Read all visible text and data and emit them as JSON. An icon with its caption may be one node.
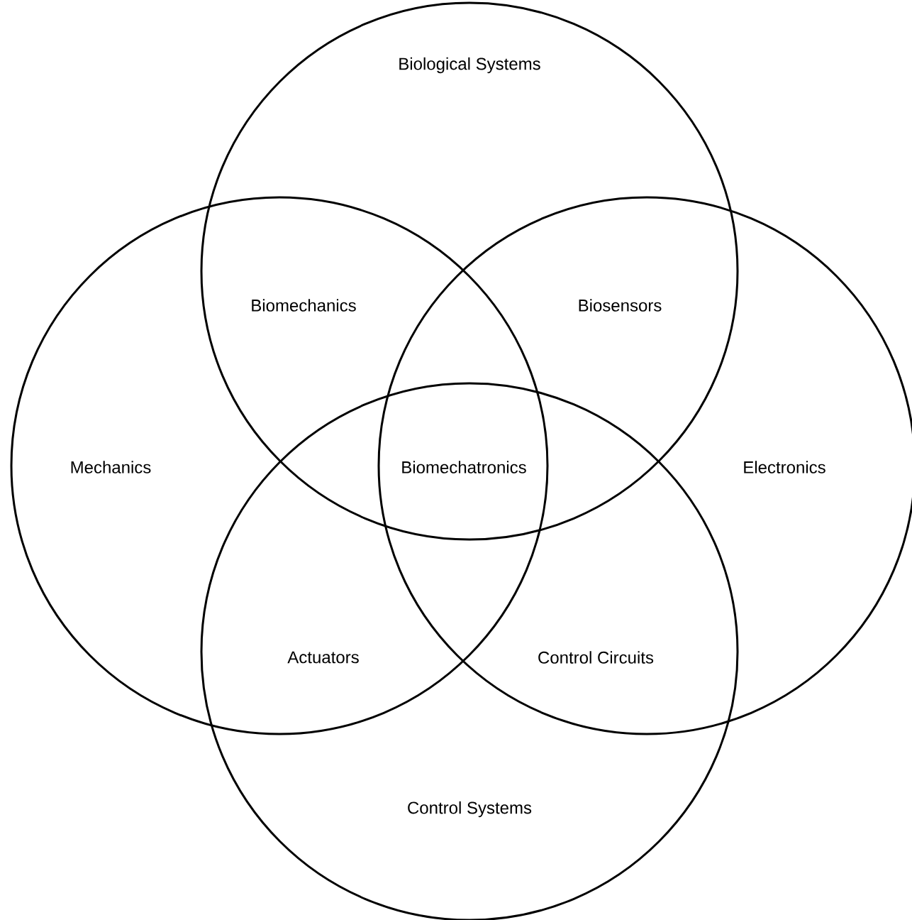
{
  "diagram": {
    "nodes": [
      {
        "text": [
          "Biological Systems"
        ]
      },
      {
        "text": [
          "Mechanics"
        ]
      },
      {
        "text": [
          "Electronics"
        ]
      },
      {
        "text": [
          "Control Systems"
        ]
      }
    ],
    "labels": [
      "Biomechanics",
      "Biosensors",
      "Biomechatronics",
      "Actuators",
      "Control Circuits"
    ]
  }
}
